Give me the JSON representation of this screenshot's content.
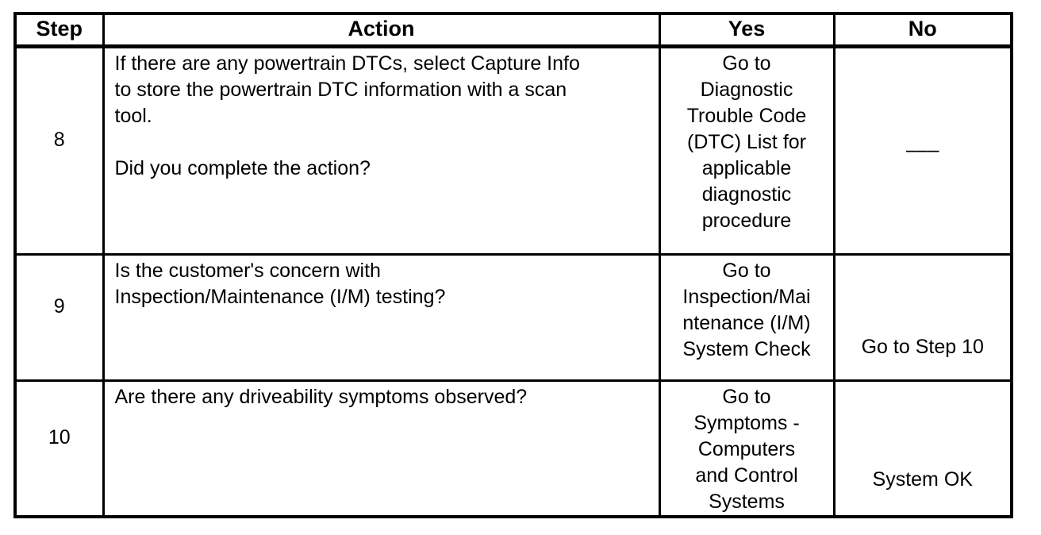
{
  "table": {
    "title": "Diagnostic System Check troubleshooting table",
    "colors": {
      "border": "#000000",
      "text": "#000000",
      "background": "#ffffff"
    },
    "headers": {
      "step": "Step",
      "action": "Action",
      "yes": "Yes",
      "no": "No"
    },
    "rows": [
      {
        "step": "8",
        "action": "If there are any powertrain DTCs, select Capture Info\nto store the powertrain DTC information with a scan\ntool.\n\nDid you complete the action?",
        "yes": "Go to\nDiagnostic\nTrouble Code\n(DTC) List for\napplicable\ndiagnostic\nprocedure",
        "no": "–––"
      },
      {
        "step": "9",
        "action": "Is the customer's concern with\nInspection/Maintenance (I/M) testing?",
        "yes": "Go to\nInspection/Mai\nntenance (I/M)\nSystem Check",
        "no": "Go to Step 10"
      },
      {
        "step": "10",
        "action": "Are there any driveability symptoms observed?",
        "yes": "Go to\nSymptoms -\nComputers\nand Control\nSystems",
        "no": "System OK"
      }
    ]
  }
}
